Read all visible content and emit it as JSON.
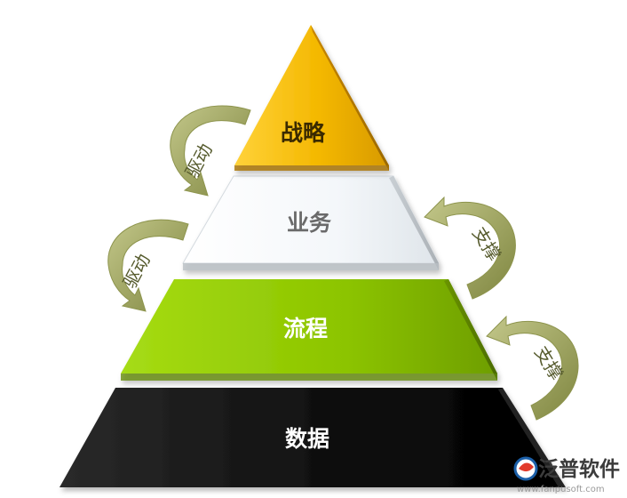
{
  "pyramid": {
    "levels": [
      {
        "label": "战略",
        "color": "#f4b800"
      },
      {
        "label": "业务",
        "color": "#eef3f7"
      },
      {
        "label": "流程",
        "color": "#8cc400"
      },
      {
        "label": "数据",
        "color": "#0c0c0c"
      }
    ]
  },
  "arrows": {
    "drive_label": "驱动",
    "support_label": "支撑",
    "color": "#9ba15e"
  },
  "logo": {
    "text": "泛普软件",
    "url": "www.fanpusoft.com"
  }
}
